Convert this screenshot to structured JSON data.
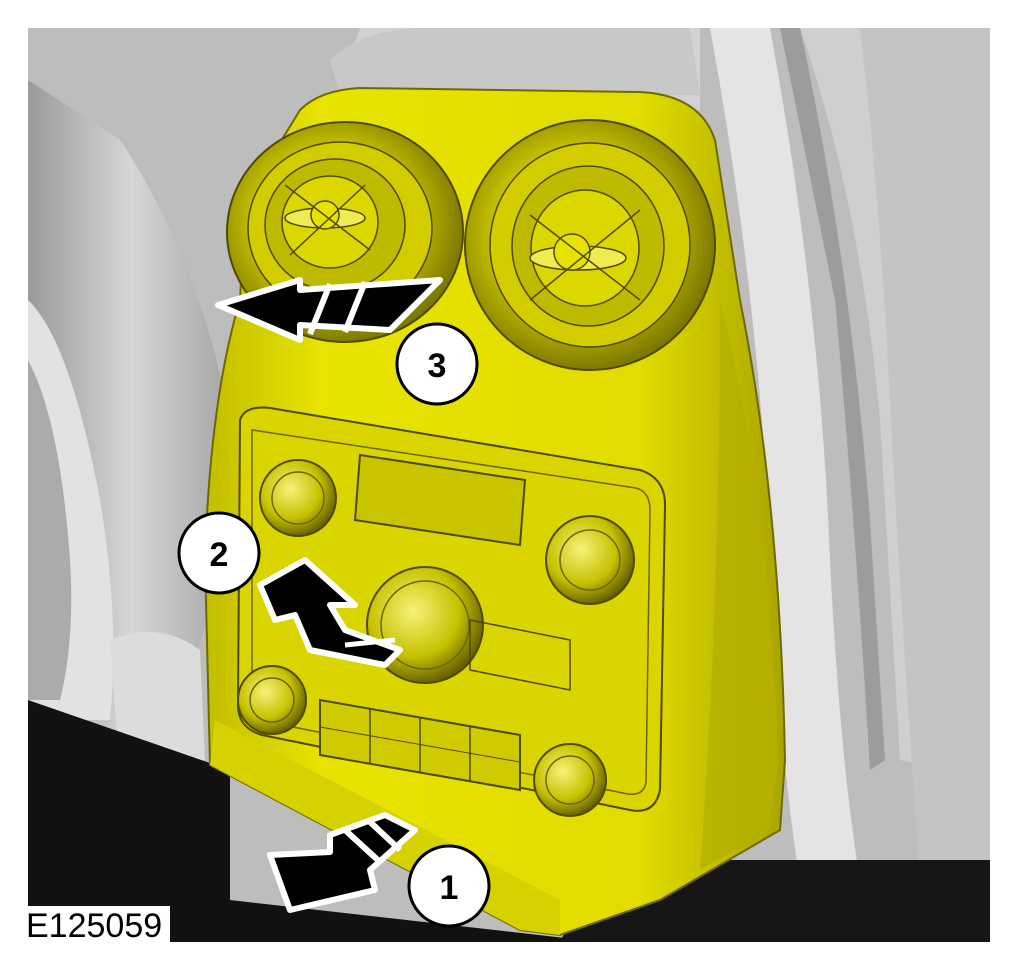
{
  "figure": {
    "id_label": "E125059",
    "callouts": [
      {
        "number": "1"
      },
      {
        "number": "2"
      },
      {
        "number": "3"
      }
    ],
    "colors": {
      "panel": "#e6e000",
      "panel_dark": "#8f8a00",
      "background": "#b4b4b4",
      "floor": "#111111",
      "arrow_fill": "#000000",
      "arrow_outline": "#ffffff"
    }
  }
}
